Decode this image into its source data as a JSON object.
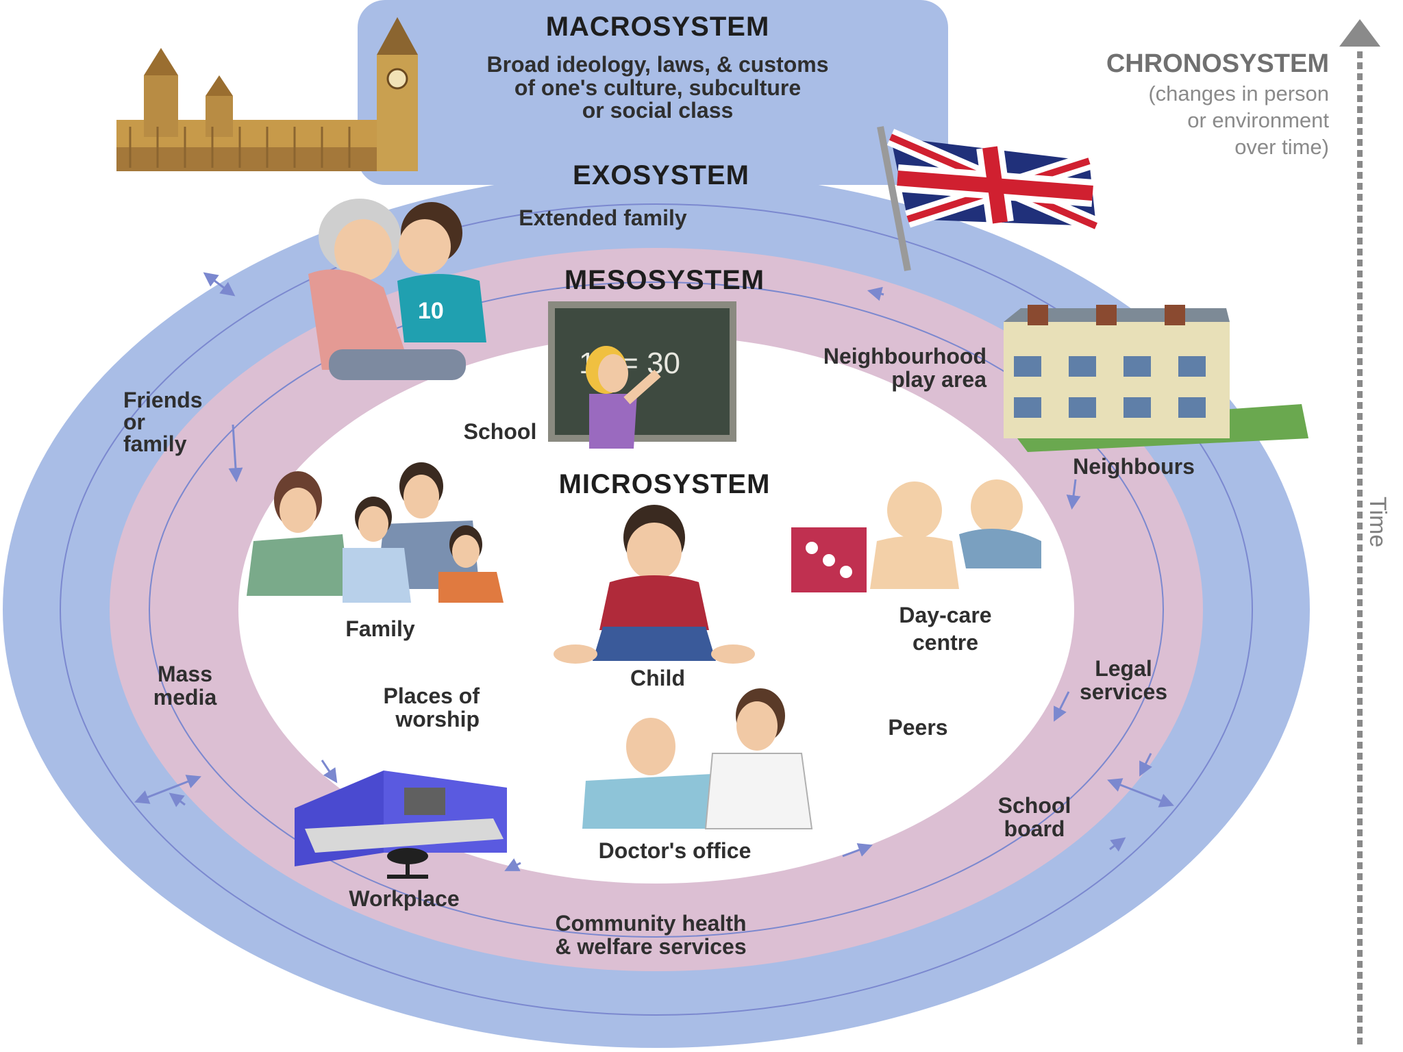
{
  "chronosystem": {
    "title": "CHRONOSYSTEM",
    "description": "(changes in person\nor environment\nover time)",
    "axis_label": "Time"
  },
  "macrosystem": {
    "title": "MACROSYSTEM",
    "description": "Broad ideology, laws, & customs\nof one's culture, subculture\nor social class"
  },
  "exosystem": {
    "title": "EXOSYSTEM",
    "items": {
      "extended_family": "Extended family",
      "friends_family": "Friends\nor\nfamily",
      "neighbours": "Neighbours",
      "mass_media": "Mass\nmedia",
      "legal_services": "Legal\nservices",
      "school_board": "School\nboard",
      "community": "Community health\n& welfare services",
      "workplace": "Workplace"
    }
  },
  "mesosystem": {
    "title": "MESOSYSTEM",
    "items": {
      "neighbourhood": "Neighbourhood\nplay area",
      "school": "School",
      "places_worship": "Places of\nworship",
      "peers": "Peers"
    }
  },
  "microsystem": {
    "title": "MICROSYSTEM",
    "items": {
      "family": "Family",
      "child": "Child",
      "daycare": "Day-care\ncentre",
      "doctor": "Doctor's office"
    },
    "chalkboard_text": "10 = 30"
  },
  "colors": {
    "macro_ring": "#a9bde6",
    "exo_ring": "#dcbfd3",
    "inner": "#ffffff",
    "arrow": "#7b88cf",
    "chrono_dash": "#8a8a8a"
  }
}
